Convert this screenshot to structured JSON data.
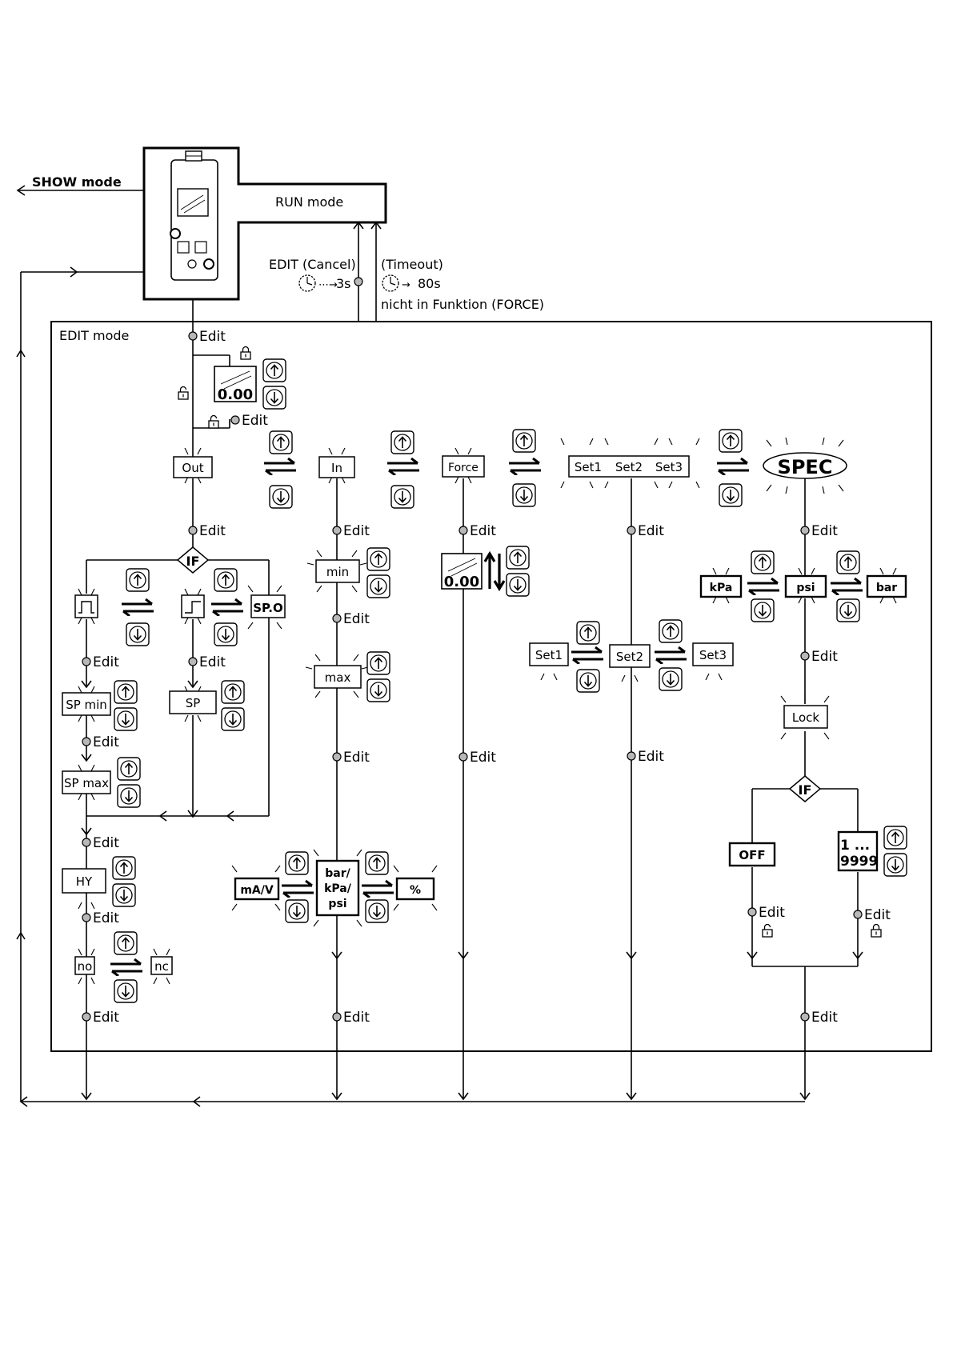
{
  "modes": {
    "show": "SHOW mode",
    "run": "RUN mode",
    "edit": "EDIT mode",
    "edit_cancel": "EDIT (Cancel)",
    "cancel_time": "3s",
    "timeout": "(Timeout)",
    "timeout_time": "80s",
    "timeout_note": "nicht in Funktion (FORCE)"
  },
  "edit_label": "Edit",
  "display_value": "0.00",
  "main_menu": [
    "Out",
    "In",
    "Force",
    "Set1",
    "Set2",
    "Set3",
    "SPEC"
  ],
  "if_label": "IF",
  "out_branch": {
    "spo": "SP.O",
    "sp_min": "SP min",
    "sp_max": "SP max",
    "sp": "SP",
    "hy": "HY",
    "no": "no",
    "nc": "nc"
  },
  "in_branch": {
    "min": "min",
    "max": "max",
    "units_out": "mA/V",
    "units_mid": [
      "bar/",
      "kPa/",
      "psi"
    ],
    "units_pct": "%"
  },
  "set_branch": [
    "Set1",
    "Set2",
    "Set3"
  ],
  "spec_branch": {
    "units": [
      "kPa",
      "psi",
      "bar"
    ],
    "lock": "Lock",
    "off": "OFF",
    "code_line1": "1 ...",
    "code_line2": "9999"
  },
  "icons": [
    "up-key-icon",
    "down-key-icon",
    "clock-icon",
    "lock-icon",
    "unlock-icon",
    "toggle-arrows-icon",
    "hysteresis-pulse-icon",
    "threshold-step-icon"
  ]
}
